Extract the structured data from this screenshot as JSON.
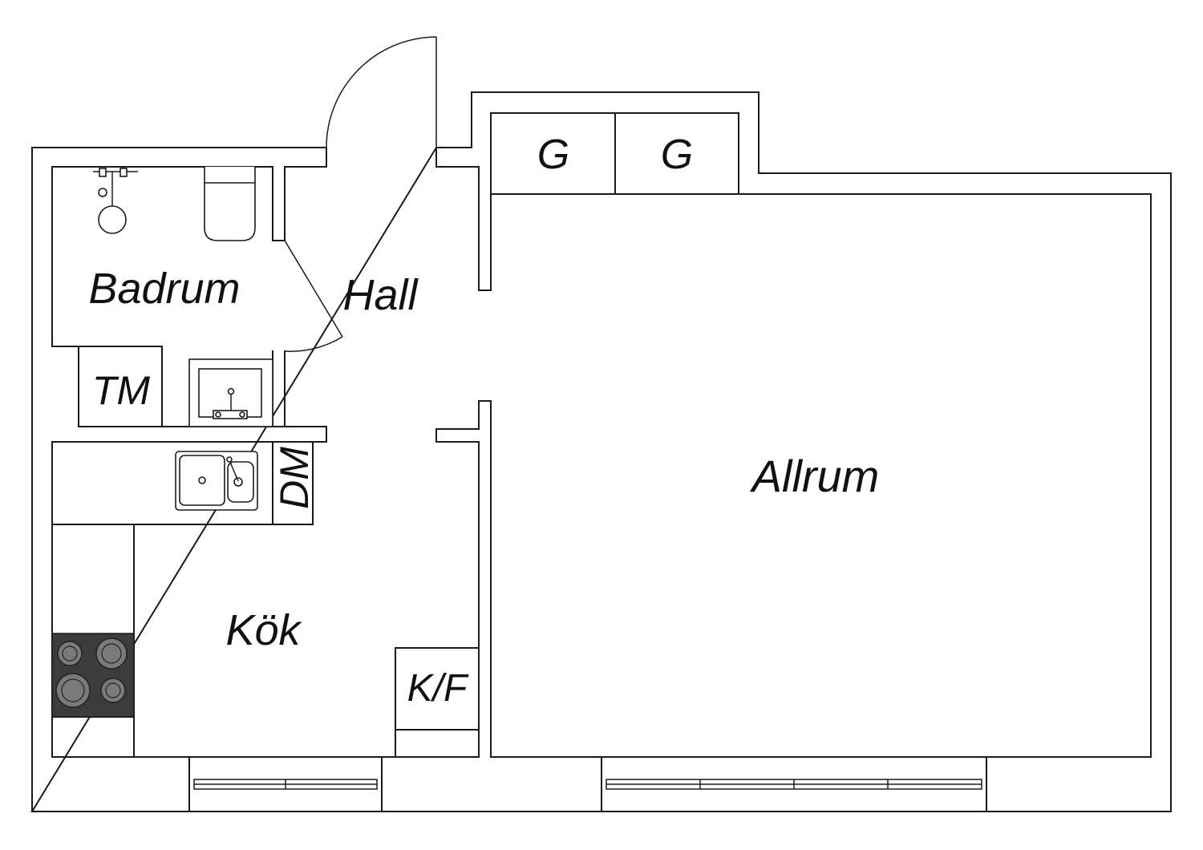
{
  "rooms": {
    "badrum": "Badrum",
    "hall": "Hall",
    "tm": "TM",
    "dm": "DM",
    "kok": "Kök",
    "kf": "K/F",
    "allrum": "Allrum",
    "garderob_1": "G",
    "garderob_2": "G"
  },
  "colors": {
    "line": "#1a1a1a",
    "stove": "#3c3c3c",
    "burner": "#7a7a7a",
    "background": "#ffffff"
  }
}
